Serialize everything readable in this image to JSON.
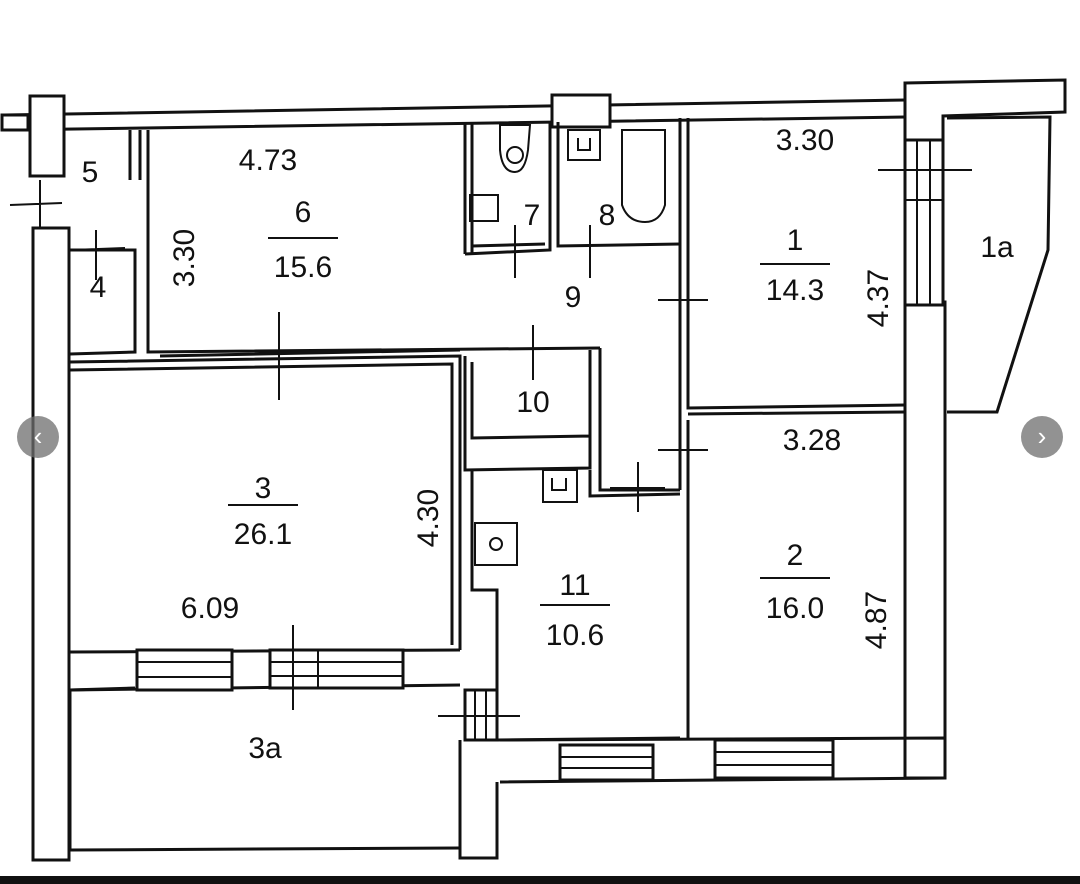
{
  "rooms": [
    {
      "id": "1",
      "area": "14.3"
    },
    {
      "id": "2",
      "area": "16.0"
    },
    {
      "id": "3",
      "area": "26.1"
    },
    {
      "id": "6",
      "area": "15.6"
    },
    {
      "id": "11",
      "area": "10.6"
    }
  ],
  "labels": {
    "r1a": "1а",
    "r3a": "3а",
    "r4": "4",
    "r5": "5",
    "r7": "7",
    "r8": "8",
    "r9": "9",
    "r10": "10"
  },
  "dimensions": {
    "d_4_73": "4.73",
    "d_3_30_top": "3.30",
    "d_3_30_left": "3.30",
    "d_4_37": "4.37",
    "d_3_28": "3.28",
    "d_4_30": "4.30",
    "d_6_09": "6.09",
    "d_4_87": "4.87"
  },
  "nav": {
    "prev": "‹",
    "next": "›"
  }
}
